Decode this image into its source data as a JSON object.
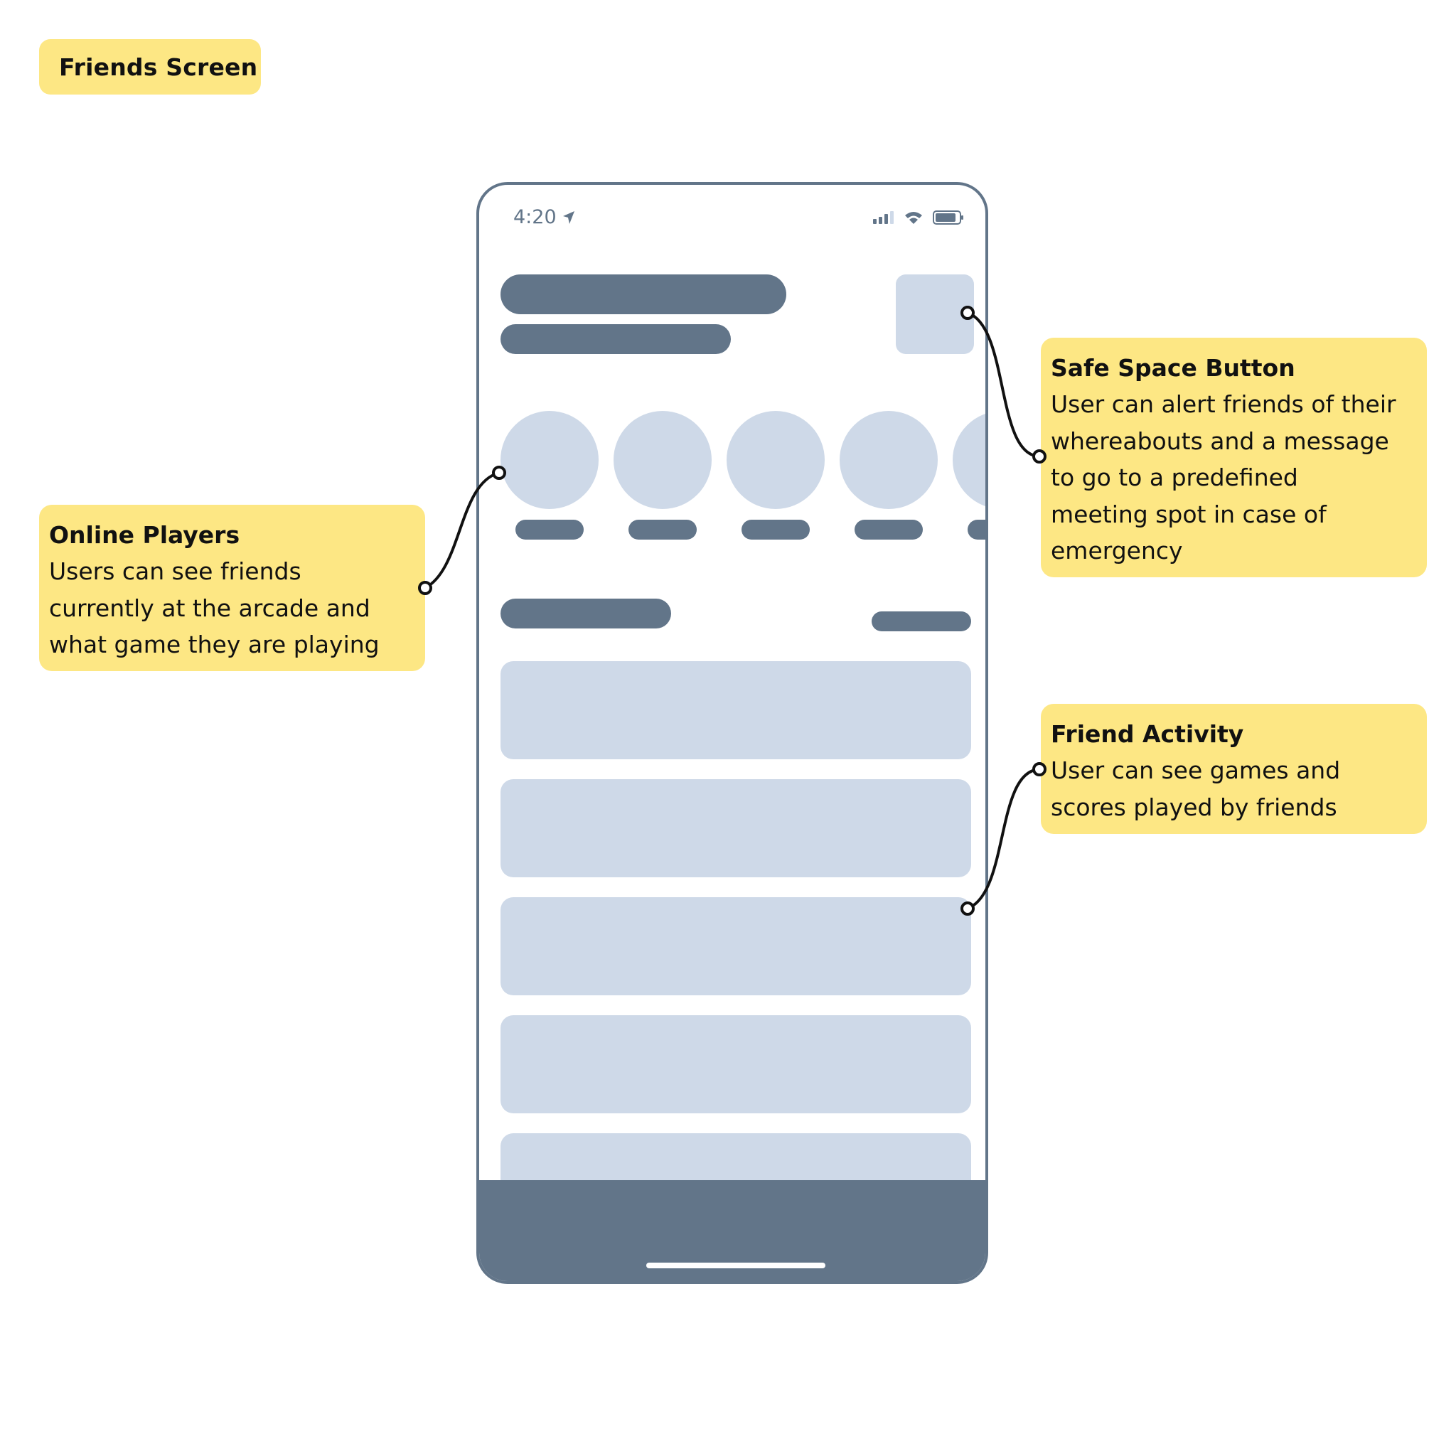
{
  "page_label": "Friends Screen",
  "phone": {
    "status_time": "4:20",
    "icons": {
      "location": "location-arrow-icon",
      "signal": "cellular-signal-icon",
      "wifi": "wifi-icon",
      "battery": "battery-icon"
    }
  },
  "annotations": {
    "online_players": {
      "title": "Online Players",
      "lines": [
        "Users can see friends",
        "currently at the arcade and",
        "what game they are playing"
      ]
    },
    "safe_space": {
      "title": "Safe Space Button",
      "lines": [
        "User can alert friends of their",
        "whereabouts and a message",
        "to go to a predefined",
        "meeting spot in case of",
        "emergency"
      ]
    },
    "friend_activity": {
      "title": "Friend Activity",
      "lines": [
        "User can see games and",
        "scores played by friends"
      ]
    }
  },
  "colors": {
    "note_fill": "#FDE784",
    "wire_dark": "#627589",
    "wire_light": "#CED9E8"
  }
}
